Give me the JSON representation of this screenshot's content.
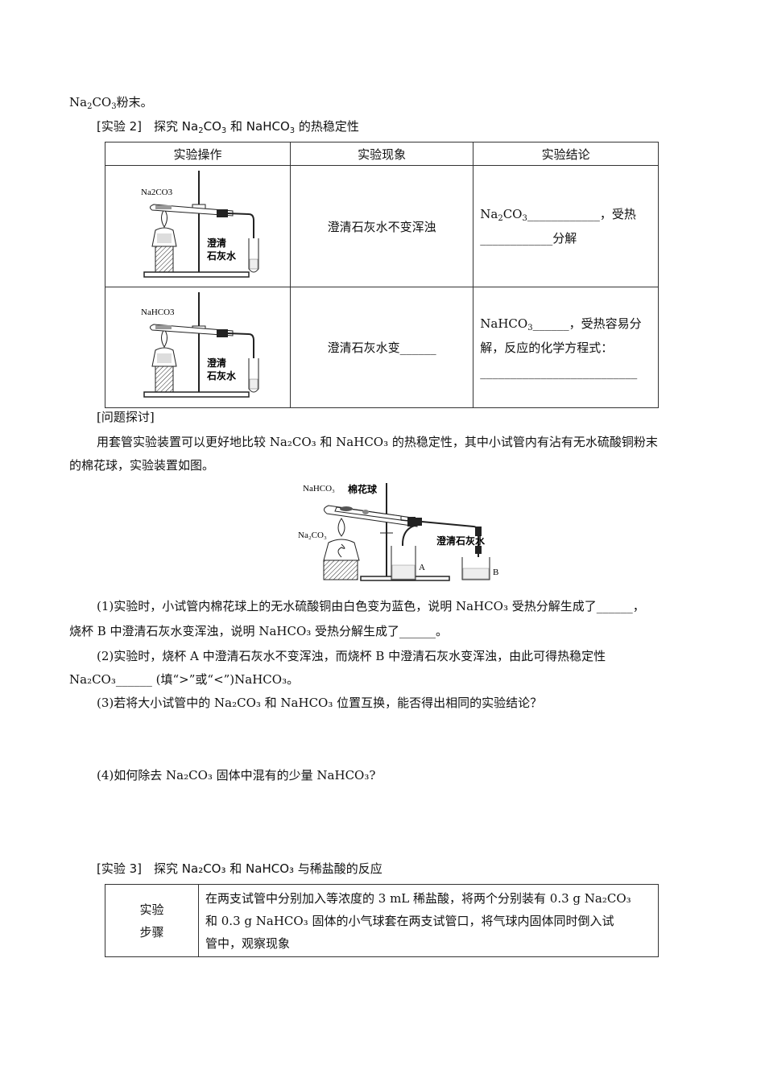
{
  "intro": {
    "tail": "粉末。"
  },
  "exp2": {
    "title_a": "[实验 2]　探究 ",
    "title_b": " 和 ",
    "title_c": " 的热稳定性",
    "headers": [
      "实验操作",
      "实验现象",
      "实验结论"
    ],
    "row1": {
      "diagram_label_tube": "Na2CO3",
      "diagram_label_water_1": "澄清",
      "diagram_label_water_2": "石灰水",
      "phenomenon": "澄清石灰水不变浑浊",
      "conclusion_a": "____________，受热",
      "conclusion_b": "____________分解"
    },
    "row2": {
      "diagram_label_tube": "NaHCO3",
      "diagram_label_water_1": "澄清",
      "diagram_label_water_2": "石灰水",
      "phenomenon": "澄清石灰水变______",
      "conclusion_a": "______，受热容易分",
      "conclusion_b": "解，反应的化学方程式：",
      "conclusion_c": "__________________________"
    }
  },
  "discussion": {
    "heading": "[问题探讨]",
    "para1": "用套管实验装置可以更好地比较 Na₂CO₃ 和 NaHCO₃ 的热稳定性，其中小试管内有沾有无水硫酸铜粉末",
    "para2": "的棉花球，实验装置如图。",
    "fig": {
      "label_nahco3": "NaHCO₃",
      "label_cotton": "棉花球",
      "label_na2co3": "Na₂CO₃",
      "label_water": "澄清石灰水",
      "label_a": "A",
      "label_b": "B"
    },
    "q1a": "(1)实验时，小试管内棉花球上的无水硫酸铜由白色变为蓝色，说明 NaHCO₃ 受热分解生成了______，",
    "q1b": "烧杯 B 中澄清石灰水变浑浊，说明 NaHCO₃ 受热分解生成了______。",
    "q2a": "(2)实验时，烧杯 A 中澄清石灰水不变浑浊，而烧杯 B 中澄清石灰水变浑浊，由此可得热稳定性",
    "q2b": "Na₂CO₃______ (填“>”或“<”)NaHCO₃。",
    "q3": "(3)若将大小试管中的 Na₂CO₃ 和 NaHCO₃ 位置互换，能否得出相同的实验结论？",
    "q4": "(4)如何除去 Na₂CO₃ 固体中混有的少量 NaHCO₃?"
  },
  "exp3": {
    "title": "[实验 3]　探究 Na₂CO₃ 和 NaHCO₃ 与稀盐酸的反应",
    "label_1": "实验",
    "label_2": "步骤",
    "text_1": "在两支试管中分别加入等浓度的 3 mL 稀盐酸，将两个分别装有 0.3 g Na₂CO₃",
    "text_2": "和 0.3 g NaHCO₃ 固体的小气球套在两支试管口，将气球内固体同时倒入试",
    "text_3": "管中，观察现象"
  },
  "formula": {
    "na2co3": "Na₂CO₃",
    "nahco3": "NaHCO₃"
  }
}
